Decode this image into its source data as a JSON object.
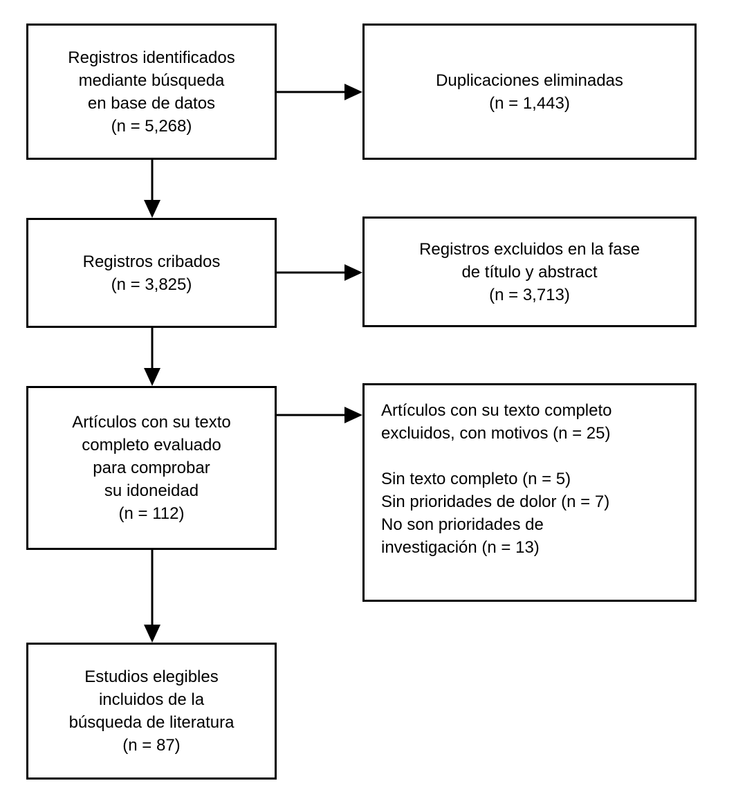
{
  "diagram": {
    "title": "PRISMA flow diagram (Spanish) — literature search",
    "colors": {
      "background": "#ffffff",
      "box_fill": "#ffffff",
      "box_border": "#000000",
      "text": "#000000",
      "arrow": "#000000"
    },
    "boxes": [
      {
        "id": "records-identified",
        "lines": [
          "Registros identificados",
          "mediante búsqueda",
          "en base de datos",
          "(n = 5,268)"
        ],
        "n": "5,268"
      },
      {
        "id": "duplicates-removed",
        "lines": [
          "Duplicaciones eliminadas",
          "(n = 1,443)"
        ],
        "n": "1,443"
      },
      {
        "id": "records-screened",
        "lines": [
          "Registros cribados",
          "(n = 3,825)"
        ],
        "n": "3,825"
      },
      {
        "id": "records-excluded-title-abstract",
        "lines": [
          "Registros excluidos en la fase",
          "de título y abstract",
          "(n = 3,713)"
        ],
        "n": "3,713"
      },
      {
        "id": "fulltext-assessed",
        "lines": [
          "Artículos con su texto",
          "completo evaluado",
          "para comprobar",
          "su idoneidad",
          "(n = 112)"
        ],
        "n": "112"
      },
      {
        "id": "fulltext-excluded-reasons",
        "lines": [
          "Artículos con su texto completo",
          "excluidos, con motivos (n = 25)",
          "",
          "Sin texto completo (n = 5)",
          "Sin prioridades de dolor (n = 7)",
          "No son prioridades de",
          "investigación (n = 13)"
        ],
        "n": "25"
      },
      {
        "id": "studies-included",
        "lines": [
          "Estudios elegibles",
          "incluidos de la",
          "búsqueda de literatura",
          "(n = 87)"
        ],
        "n": "87"
      }
    ]
  }
}
